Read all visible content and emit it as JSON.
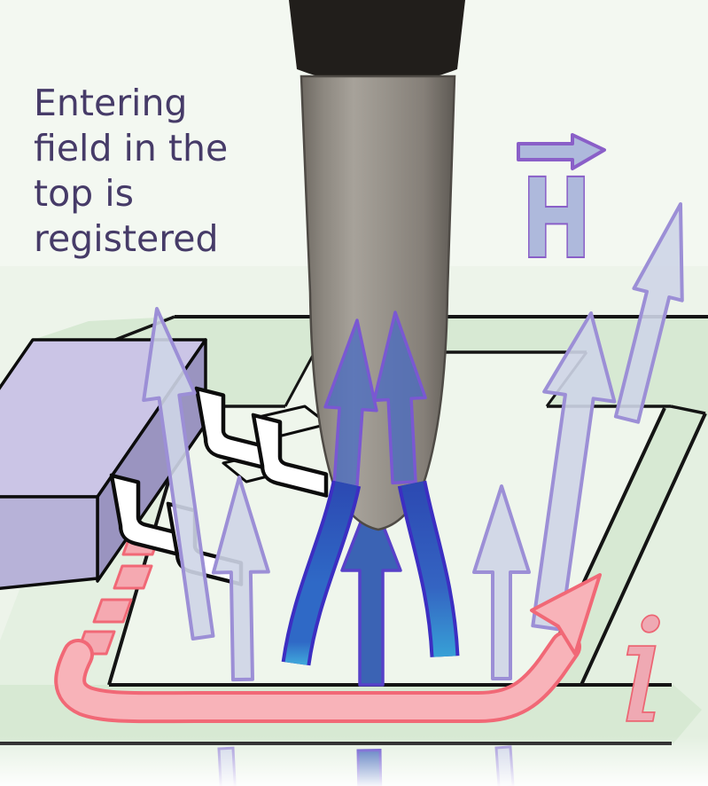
{
  "title": {
    "lines": [
      "Entering",
      "field in the",
      "top is",
      "registered"
    ],
    "full_text": "Entering field in the top is registered"
  },
  "labels": {
    "h_field": "H",
    "current": "i"
  },
  "icons": {
    "h_vector_arrow": "right-arrow",
    "field_arrows": "up-arrow",
    "probe_flux_arrows": "up-arrow",
    "current_arrow": "curved-up-right-arrow",
    "current_dashes": "dashed-path-segments"
  },
  "colors": {
    "bg_top": "#f4f9f2",
    "bg_bot": "#eaf2e8",
    "board": "#e4f0e1",
    "band": "#d7e9d3",
    "interior": "#eff6ec",
    "line": "#141414",
    "chip_top": "#cbc5e6",
    "chip_right": "#9a94c0",
    "chip_front": "#b7b2d8",
    "pin_fill": "#ffffff",
    "outline": "#0c0c0c",
    "probe_handle": "#211e1b",
    "field_fill": "#ced5e7",
    "field_stroke": "#9c8fd6",
    "flux_fill": "#3b63b4",
    "flux_stroke": "#5741c8",
    "strip_stroke": "#3c2ec2",
    "probe_arrow_fill": "#4a6cc0",
    "probe_arrow_stroke": "#7a58d2",
    "current_fill": "#f8b3b9",
    "current_stroke": "#f16876",
    "dash_fill": "#f5a9b1",
    "title_text": "#463b68",
    "h_fill": "#aeb9dc",
    "h_stroke": "#8a5fc8"
  }
}
